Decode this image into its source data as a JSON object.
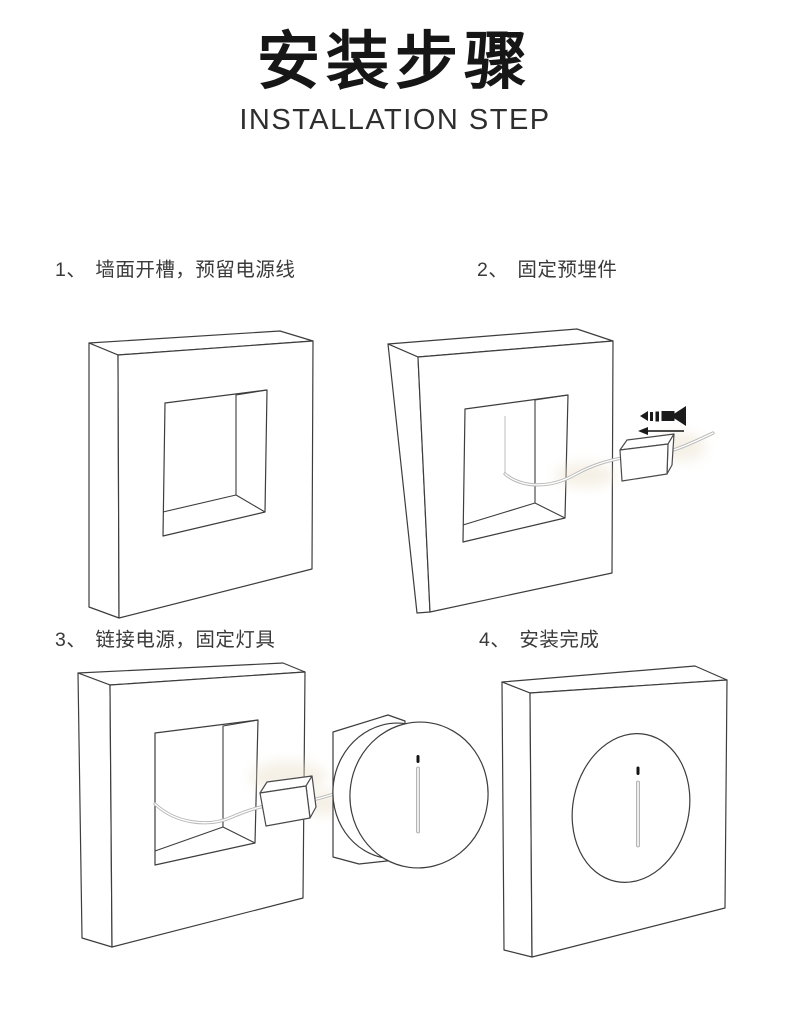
{
  "page": {
    "title": "安装步骤",
    "subtitle": "INSTALLATION STEP",
    "background": "#ffffff"
  },
  "colors": {
    "title_text": "#161616",
    "subtitle_text": "#2e2e2e",
    "label_text": "#3a3a3a",
    "line_art": "#3d3d3d",
    "cable": "#b8b8b8",
    "screw": "#1b1b1b",
    "glow": "#eadfc8"
  },
  "steps": [
    {
      "num": "1、",
      "text": "墙面开槽，预留电源线",
      "illustration": "wall-with-square-recess"
    },
    {
      "num": "2、",
      "text": "固定预埋件",
      "illustration": "recess-with-power-cable-embedded-box-and-screw"
    },
    {
      "num": "3、",
      "text": "链接电源，固定灯具",
      "illustration": "cable-connected-round-lamp-before-mounting"
    },
    {
      "num": "4、",
      "text": "安装完成",
      "illustration": "wall-with-installed-round-lamp"
    }
  ]
}
